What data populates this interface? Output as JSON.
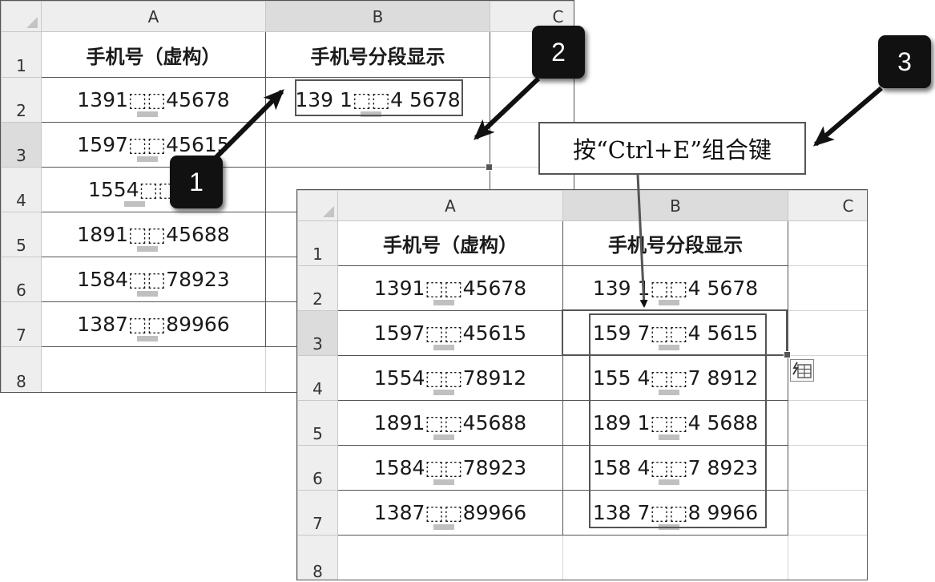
{
  "columns": [
    "A",
    "B",
    "C"
  ],
  "header_row": {
    "col_a": "手机号（虚构）",
    "col_b": "手机号分段显示"
  },
  "sheet1": {
    "rows": [
      "1",
      "2",
      "3",
      "4",
      "5",
      "6",
      "7",
      "8"
    ],
    "phones": [
      "1391⬚⬚45678",
      "1597⬚⬚45615",
      "1554⬚⬚7",
      "1891⬚⬚45688",
      "1584⬚⬚78923",
      "1387⬚⬚89966"
    ],
    "segmented": [
      "139 1⬚⬚4 5678"
    ]
  },
  "sheet2": {
    "rows": [
      "1",
      "2",
      "3",
      "4",
      "5",
      "6",
      "7",
      "8"
    ],
    "phones": [
      "1391⬚⬚45678",
      "1597⬚⬚45615",
      "1554⬚⬚78912",
      "1891⬚⬚45688",
      "1584⬚⬚78923",
      "1387⬚⬚89966"
    ],
    "segmented": [
      "139 1⬚⬚4 5678",
      "159 7⬚⬚4 5615",
      "155 4⬚⬚7 8912",
      "189 1⬚⬚4 5688",
      "158 4⬚⬚7 8923",
      "138 7⬚⬚8 9966"
    ]
  },
  "callout": {
    "text": "按“Ctrl+E”组合键"
  },
  "badges": {
    "one": "1",
    "two": "2",
    "three": "3"
  },
  "icons": {
    "flash_fill_options": "flash-fill-options-icon"
  },
  "colors": {
    "border": "#555555",
    "header_bg": "#eeeeee",
    "badge_bg": "#111111"
  }
}
